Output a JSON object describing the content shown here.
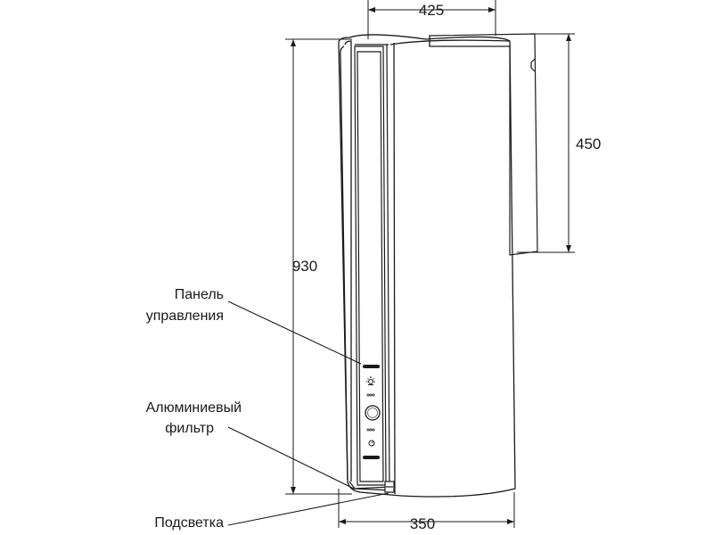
{
  "dimensions": {
    "top_width": "425",
    "mount_height": "450",
    "total_height": "930",
    "bottom_width": "350"
  },
  "callouts": {
    "control_panel": {
      "line1": "Панель",
      "line2": "управления"
    },
    "aluminum_filter": {
      "line1": "Алюминиевый",
      "line2": "фильтр"
    },
    "backlight": {
      "line1": "Подсветка"
    }
  },
  "panel_icons": [
    "bar-icon",
    "light-icon",
    "speed-dots-icon",
    "power-button-icon",
    "speed-dots-icon",
    "timer-icon",
    "bar-icon"
  ],
  "colors": {
    "line": "#1a1a1a",
    "background": "#ffffff"
  }
}
